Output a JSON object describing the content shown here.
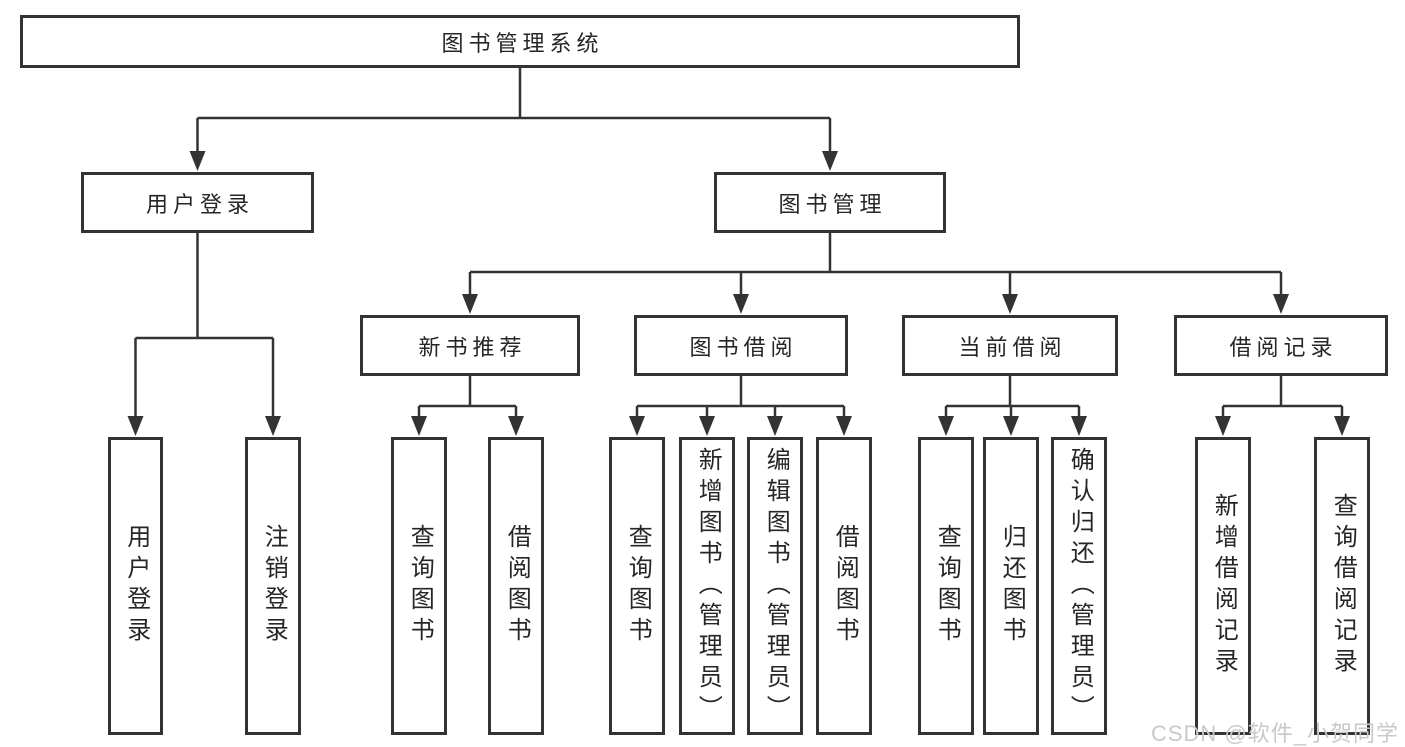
{
  "diagram_title": "图书管理系统",
  "tree": {
    "root": {
      "label": "图书管理系统",
      "children": [
        {
          "label": "用户登录",
          "children": [
            {
              "label": "用户登录"
            },
            {
              "label": "注销登录"
            }
          ]
        },
        {
          "label": "图书管理",
          "children": [
            {
              "label": "新书推荐",
              "children": [
                {
                  "label": "查询图书"
                },
                {
                  "label": "借阅图书"
                }
              ]
            },
            {
              "label": "图书借阅",
              "children": [
                {
                  "label": "查询图书"
                },
                {
                  "label": "新增图书（管理员）"
                },
                {
                  "label": "编辑图书（管理员）"
                },
                {
                  "label": "借阅图书"
                }
              ]
            },
            {
              "label": "当前借阅",
              "children": [
                {
                  "label": "查询图书"
                },
                {
                  "label": "归还图书"
                },
                {
                  "label": "确认归还（管理员）"
                }
              ]
            },
            {
              "label": "借阅记录",
              "children": [
                {
                  "label": "新增借阅记录"
                },
                {
                  "label": "查询借阅记录"
                }
              ]
            }
          ]
        }
      ]
    }
  },
  "watermark": {
    "text": "CSDN @软件_小贺同学"
  },
  "colors": {
    "line": "#333333",
    "box_border": "#333333",
    "box_fill": "#ffffff",
    "text": "#262626",
    "background": "#ffffff",
    "watermark": "#c9c9c9"
  }
}
